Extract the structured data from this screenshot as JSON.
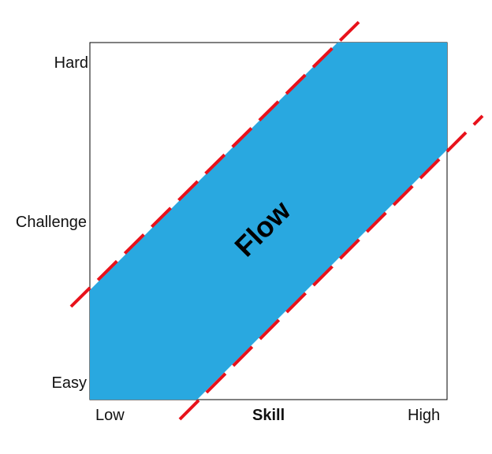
{
  "diagram": {
    "region_label": "Flow",
    "y_axis": {
      "title": "Challenge",
      "low": "Easy",
      "high": "Hard"
    },
    "x_axis": {
      "title": "Skill",
      "low": "Low",
      "high": "High"
    },
    "colors": {
      "flow_fill": "#29a8e0",
      "boundary_line": "#e8121b",
      "frame": "#000000"
    }
  }
}
